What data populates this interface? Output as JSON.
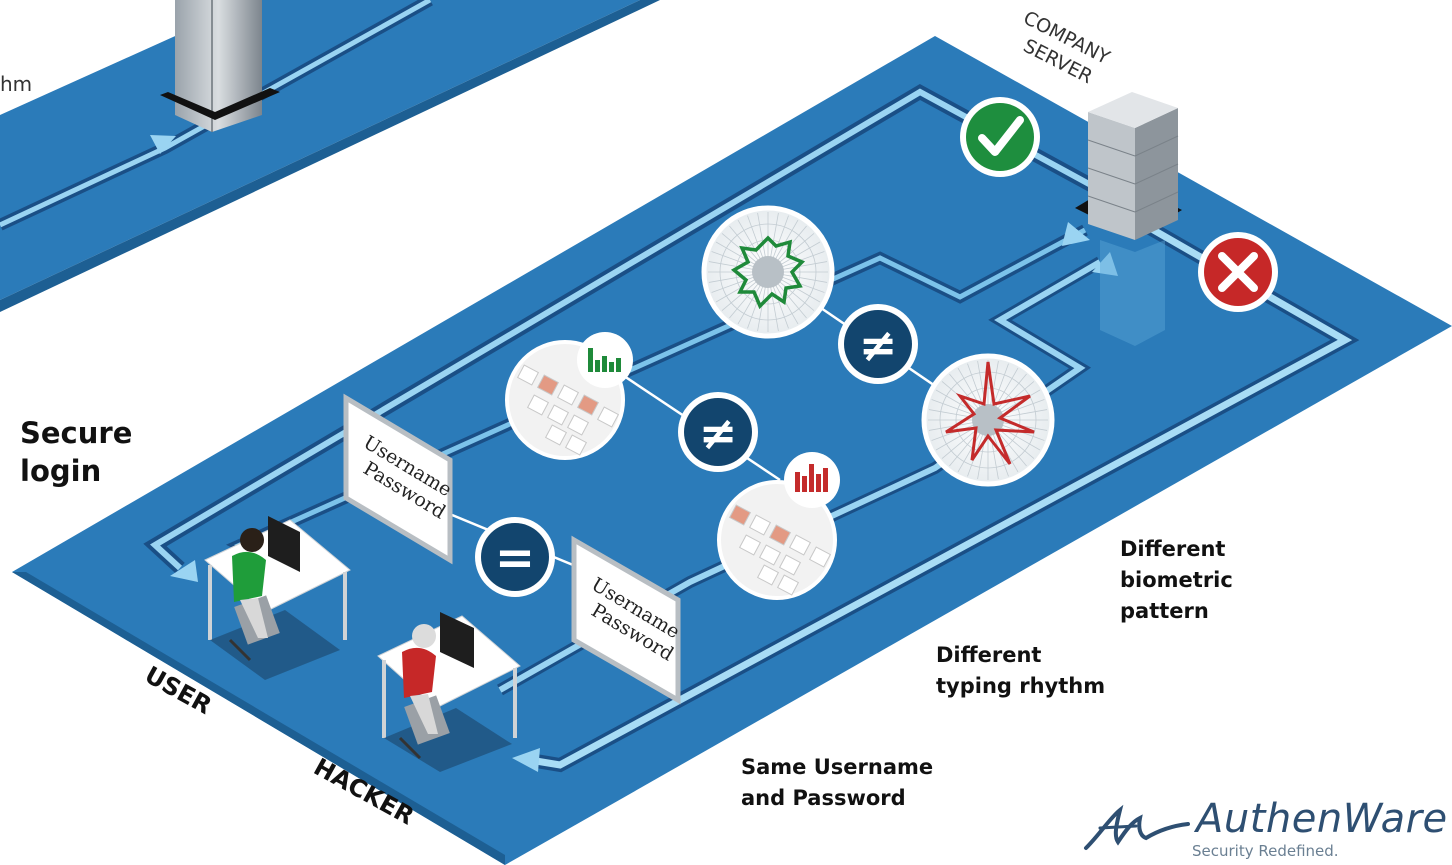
{
  "labels": {
    "fragment_text": "hm",
    "secure_line1": "Secure",
    "secure_line2": "login",
    "company_line1": "COMPANY",
    "company_line2": "SERVER",
    "user": "USER",
    "hacker": "HACKER",
    "same_line1": "Same Username",
    "same_line2": "and Password",
    "rhythm_line1": "Different",
    "rhythm_line2": "typing rhythm",
    "bio_line1": "Different",
    "bio_line2": "biometric",
    "bio_line3": "pattern"
  },
  "signs": {
    "user_sign": {
      "line1": "Username",
      "line2": "Password"
    },
    "hacker_sign": {
      "line1": "Username",
      "line2": "Password"
    }
  },
  "symbols": {
    "equal": "=",
    "not_equal": "≠",
    "check": "✓",
    "cross": "✕"
  },
  "logo": {
    "name": "AuthenWare",
    "tagline": "Security Redefined."
  },
  "colors": {
    "platform": "#2b7bb9",
    "platform_edge": "#1d5f93",
    "path_dark": "#1a4f86",
    "path_light": "#9ad4f2",
    "badge_navy": "#12456e",
    "check_green": "#1e8e3e",
    "cross_red": "#c62828",
    "user_shirt": "#1f9d3a",
    "hacker_shirt": "#c62828",
    "graph_green": "#1f8a3a",
    "graph_red": "#c42b2b"
  }
}
